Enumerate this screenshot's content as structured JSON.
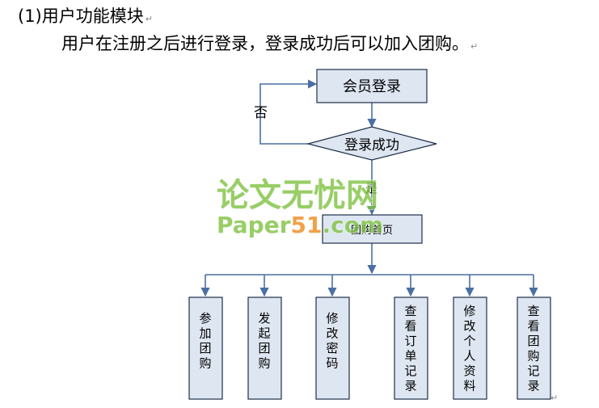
{
  "heading": "(1)用户功能模块",
  "intro": "用户在注册之后进行登录，登录成功后可以加入团购。",
  "marks": {
    "paragraph": "↵"
  },
  "flowchart": {
    "login": "会员登录",
    "decision": "登录成功",
    "no_label": "否",
    "yes_label": "是",
    "home": "团购首页",
    "modules": [
      "参加团购",
      "发起团购",
      "修改密码",
      "查看订单记录",
      "修改个人资料",
      "查看团购记录"
    ]
  },
  "watermark": {
    "cn": "论文无忧网",
    "en_pre": "Paper",
    "en_num": "51",
    "en_post": ".com"
  },
  "colors": {
    "box_fill": "#dde6f1",
    "box_stroke": "#1f2f4a",
    "connector": "#4a6fa3",
    "watermark_green": "#7fc241",
    "watermark_orange": "#f08a1c"
  }
}
